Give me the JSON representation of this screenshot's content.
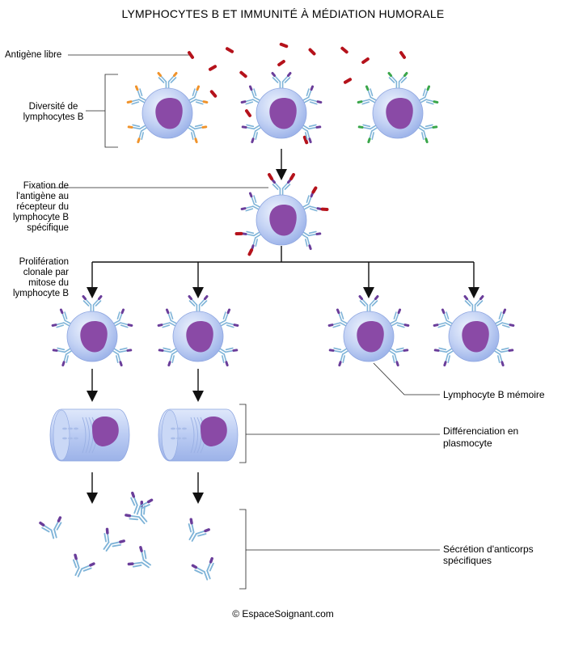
{
  "title": "LYMPHOCYTES B ET IMMUNITÉ À MÉDIATION HUMORALE",
  "labels": {
    "antigene_libre": "Antigène libre",
    "diversite": [
      "Diversité de",
      "lymphocytes B"
    ],
    "fixation": [
      "Fixation de",
      "l'antigène au",
      "récepteur du",
      "lymphocyte B",
      "spécifique"
    ],
    "proliferation": [
      "Prolifération",
      "clonale par",
      "mitose du",
      "lymphocyte B"
    ],
    "memoire": "Lymphocyte B mémoire",
    "differenciation": [
      "Différenciation en",
      "plasmocyte"
    ],
    "secretion": [
      "Sécrétion d'anticorps",
      "spécifiques"
    ]
  },
  "footer": "© EspaceSoignant.com",
  "colors": {
    "cell_fill": "#b7c9f2",
    "cell_light": "#e4ecfb",
    "nucleus": "#8a4aa6",
    "antibody": "#7fb4d8",
    "antibody_tip_specific": "#6a3d9a",
    "antibody_tip_orange": "#f0932b",
    "antibody_tip_green": "#3aa64a",
    "antigen": "#b5121b",
    "line": "#222222"
  }
}
